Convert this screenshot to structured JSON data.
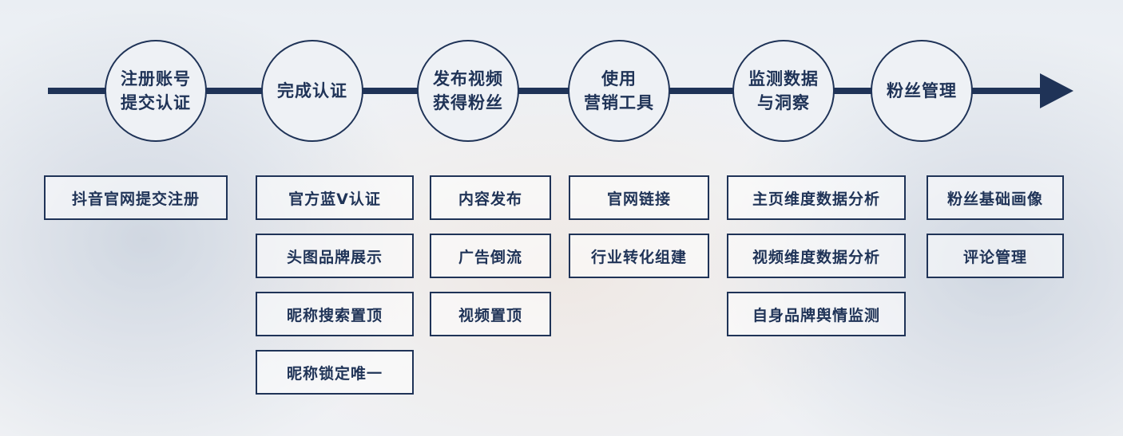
{
  "steps": [
    {
      "title": "注册账号\n提交认证",
      "items": [
        "抖音官网提交注册"
      ]
    },
    {
      "title": "完成认证",
      "items": [
        "官方蓝V认证",
        "头图品牌展示",
        "昵称搜索置顶",
        "昵称锁定唯一"
      ]
    },
    {
      "title": "发布视频\n获得粉丝",
      "items": [
        "内容发布",
        "广告倒流",
        "视频置顶"
      ]
    },
    {
      "title": "使用\n营销工具",
      "items": [
        "官网链接",
        "行业转化组建"
      ]
    },
    {
      "title": "监测数据\n与洞察",
      "items": [
        "主页维度数据分析",
        "视频维度数据分析",
        "自身品牌舆情监测"
      ]
    },
    {
      "title": "粉丝管理",
      "items": [
        "粉丝基础画像",
        "评论管理"
      ]
    }
  ],
  "colors": {
    "primary": "#1f3357"
  }
}
